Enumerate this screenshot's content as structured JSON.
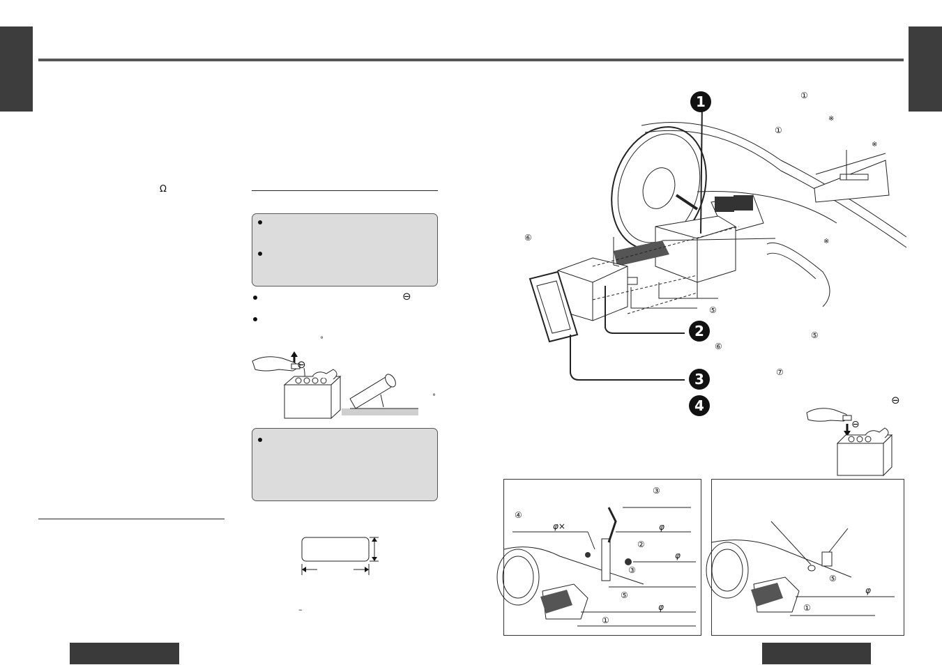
{
  "page": {
    "left_column": {
      "ohm_symbol": "Ω"
    },
    "middle_column": {
      "minus_symbol_1": "⊖",
      "degree_mark_1": "°",
      "minus_symbol_battery": "⊖",
      "degree_mark_2": "°",
      "dimension_mark": "–"
    },
    "main_figure": {
      "steps": [
        "1",
        "2",
        "3",
        "4"
      ],
      "callout_1a": "①",
      "callout_note_1": "※",
      "callout_1b": "①",
      "callout_note_2": "※",
      "callout_note_3": "※",
      "callout_6a": "⑥",
      "callout_5a": "⑤",
      "callout_6b": "⑥",
      "callout_5b": "⑤",
      "callout_7": "⑦",
      "callout_minus": "⊖",
      "battery_minus": "⊖"
    },
    "inset_left": {
      "callout_3a": "③",
      "callout_4": "④",
      "phi_times": "φ×",
      "phi_1": "φ",
      "callout_2": "②",
      "phi_2": "φ",
      "callout_3b": "③",
      "callout_5": "⑤",
      "phi_3": "φ",
      "callout_1": "①"
    },
    "inset_right": {
      "callout_5": "⑤",
      "phi": "φ",
      "callout_1": "①"
    }
  }
}
